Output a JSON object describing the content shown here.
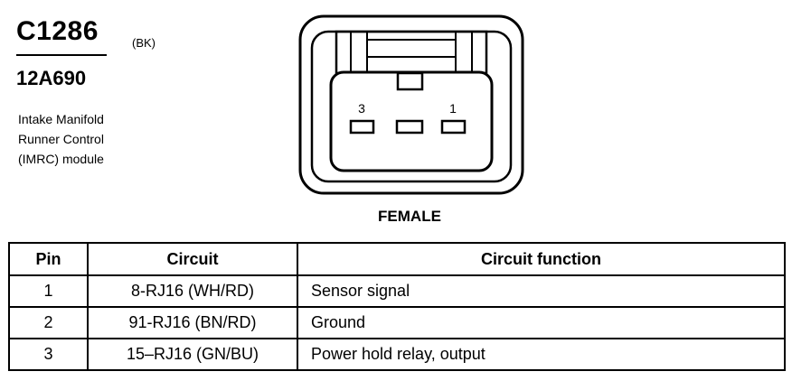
{
  "connector": {
    "id": "C1286",
    "color_code": "(BK)",
    "part_number": "12A690",
    "description": [
      "Intake Manifold",
      "Runner Control",
      "(IMRC) module"
    ],
    "gender": "FEMALE",
    "cavity_labels": {
      "left": "3",
      "right": "1"
    }
  },
  "table": {
    "headers": {
      "pin": "Pin",
      "circuit": "Circuit",
      "function": "Circuit function"
    },
    "rows": [
      {
        "pin": "1",
        "circuit": "8-RJ16 (WH/RD)",
        "function": "Sensor signal"
      },
      {
        "pin": "2",
        "circuit": "91-RJ16 (BN/RD)",
        "function": "Ground"
      },
      {
        "pin": "3",
        "circuit": "15–RJ16 (GN/BU)",
        "function": "Power hold relay, output"
      }
    ]
  }
}
